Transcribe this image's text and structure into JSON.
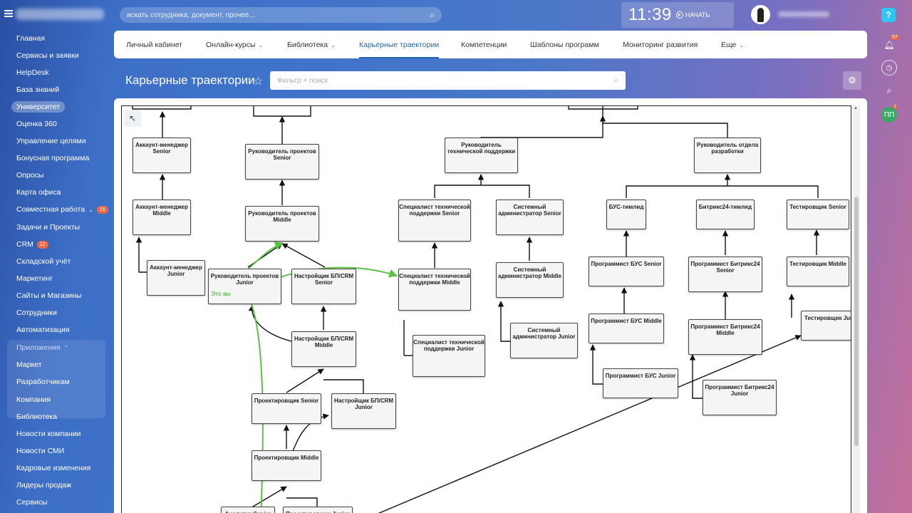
{
  "header": {
    "search_placeholder": "искать сотрудника, документ, прочее...",
    "clock_time": "11:39",
    "clock_start": "НАЧАТЬ",
    "help": "?"
  },
  "left_menu": {
    "items": [
      {
        "label": "Главная"
      },
      {
        "label": "Сервисы и заявки"
      },
      {
        "label": "HelpDesk"
      },
      {
        "label": "База знаний"
      },
      {
        "label": "Университет",
        "active": true
      },
      {
        "label": "Оценка 360"
      },
      {
        "label": "Управление целями"
      },
      {
        "label": "Бонусная программа"
      },
      {
        "label": "Опросы"
      },
      {
        "label": "Карта офиса"
      },
      {
        "label": "Совместная работа",
        "badge": "15"
      },
      {
        "label": "Задачи и Проекты"
      },
      {
        "label": "CRM",
        "badge": "12"
      },
      {
        "label": "Складской учёт"
      },
      {
        "label": "Маркетинг"
      },
      {
        "label": "Сайты и Магазины"
      },
      {
        "label": "Сотрудники"
      },
      {
        "label": "Автоматизация"
      },
      {
        "label": "Приложения"
      },
      {
        "label": "Маркет"
      },
      {
        "label": "Разработчикам"
      },
      {
        "label": "Компания"
      },
      {
        "label": "Библиотека"
      },
      {
        "label": "Новости компании"
      },
      {
        "label": "Новости СМИ"
      },
      {
        "label": "Кадровые изменения"
      },
      {
        "label": "Лидеры продаж"
      },
      {
        "label": "Сервисы"
      }
    ]
  },
  "right_panel": {
    "notifications_count": "57",
    "user_initials": "ПП",
    "user_badge": "1"
  },
  "nav": {
    "tabs": [
      {
        "label": "Личный кабинет"
      },
      {
        "label": "Онлайн-курсы"
      },
      {
        "label": "Библиотека"
      },
      {
        "label": "Карьерные траектории",
        "active": true
      },
      {
        "label": "Компетенции"
      },
      {
        "label": "Шаблоны программ"
      },
      {
        "label": "Мониторинг развития"
      },
      {
        "label": "Еще"
      }
    ]
  },
  "page": {
    "title": "Карьерные траектории",
    "filter_placeholder": "Фильтр + поиск"
  },
  "diagram": {
    "you_label": "Это вы",
    "nodes": [
      {
        "label": "Аккаунт-менеджер Senior"
      },
      {
        "label": "Аккаунт-менеджер Middle"
      },
      {
        "label": "Аккаунт-менеджер Junior"
      },
      {
        "label": "Руководитель проектов Senior"
      },
      {
        "label": "Руководитель проектов Middle"
      },
      {
        "label": "Руководитель проектов Junior"
      },
      {
        "label": "Настройщик БП/CRM Senior"
      },
      {
        "label": "Настройщик БП/CRM Middle"
      },
      {
        "label": "Настройщик БП/CRM Junior"
      },
      {
        "label": "Проектировщик Senior"
      },
      {
        "label": "Проектировщик Middle"
      },
      {
        "label": "Проектировщик Junior"
      },
      {
        "label": "Аналитик Senior"
      },
      {
        "label": "Руководитель технической поддержки"
      },
      {
        "label": "Специалист технической поддержки Senior"
      },
      {
        "label": "Специалист технической поддержки Middle"
      },
      {
        "label": "Специалист технической поддержки Junior"
      },
      {
        "label": "Системный администратор Senior"
      },
      {
        "label": "Системный администратор Middle"
      },
      {
        "label": "Системный администратор Junior"
      },
      {
        "label": "Руководитель отдела разработки"
      },
      {
        "label": "БУС-тимлид"
      },
      {
        "label": "Программист БУС Senior"
      },
      {
        "label": "Программист БУС Middle"
      },
      {
        "label": "Программист БУС Junior"
      },
      {
        "label": "Битрикс24-тимлид"
      },
      {
        "label": "Программист Битрикс24 Senior"
      },
      {
        "label": "Программист Битрикс24 Middle"
      },
      {
        "label": "Программист Битрикс24 Junior"
      },
      {
        "label": "Тестировщик Senior"
      },
      {
        "label": "Тестировщик Middle"
      },
      {
        "label": "Тестировщик Junior"
      }
    ]
  }
}
